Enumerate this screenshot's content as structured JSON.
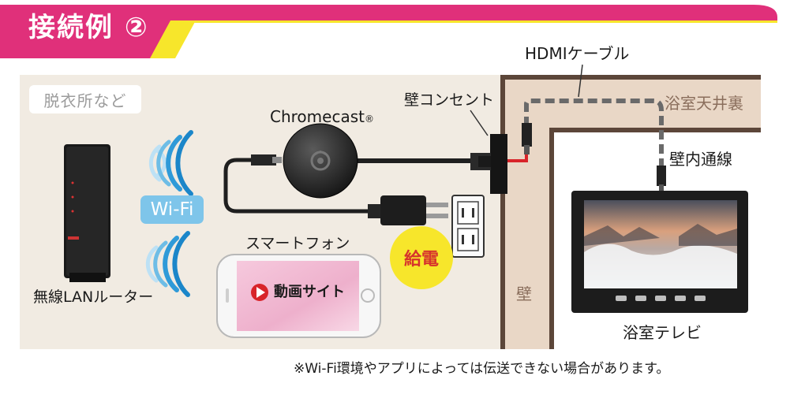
{
  "header": {
    "title": "接続例 ②",
    "colors": {
      "banner": "#e0307a",
      "accent": "#f7e62b"
    }
  },
  "scene": {
    "room_tag": "脱衣所など",
    "ceiling_tag": "浴室天井裏",
    "wall_tag": "壁",
    "colors": {
      "room_bg": "#f1ebe2",
      "wall": "#5c4639",
      "wall_fill": "#e9d7c6",
      "tv_room": "#ffffff"
    }
  },
  "labels": {
    "hdmi_cable": "HDMIケーブル",
    "wall_outlet": "壁コンセント",
    "chromecast": "Chromecast",
    "registered_mark": "®",
    "in_wall_wiring": "壁内通線",
    "wifi": "Wi-Fi",
    "smartphone": "スマートフォン",
    "power": "給電",
    "router": "無線LANルーター",
    "bath_tv": "浴室テレビ"
  },
  "phone_screen": {
    "text": "動画サイト",
    "icon": "play-icon"
  },
  "footnote": "※Wi-Fi環境やアプリによっては伝送できない場合があります。"
}
